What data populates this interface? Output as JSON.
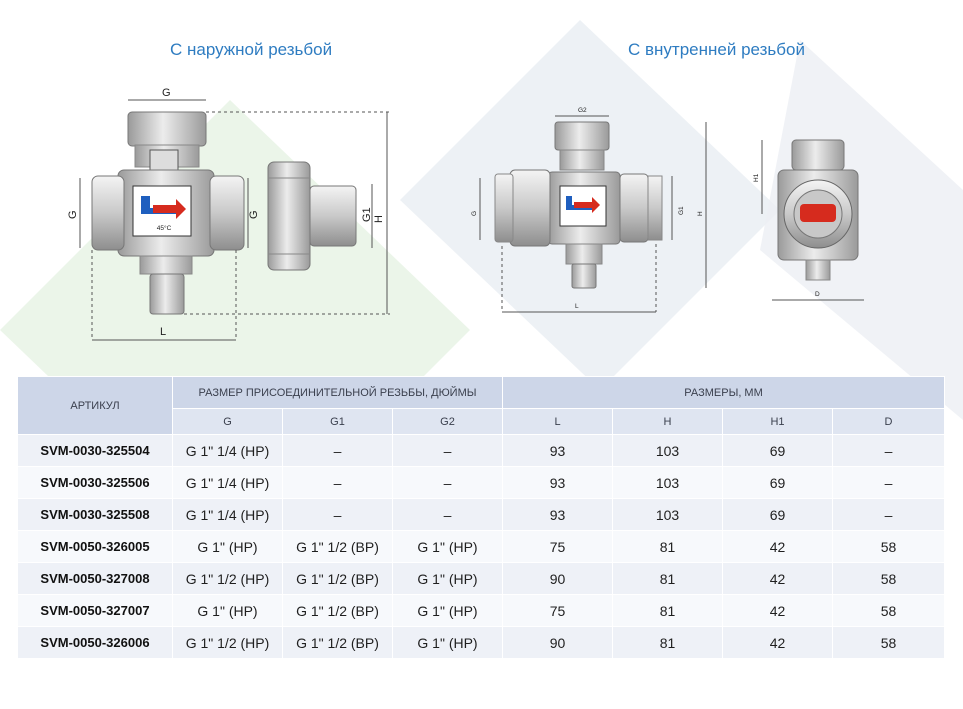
{
  "captions": {
    "left": "С наружной резьбой",
    "right": "С внутренней резьбой"
  },
  "dimension_labels": {
    "left": {
      "g_top": "G",
      "g_left": "G",
      "g_mid": "G",
      "g1": "G1",
      "h": "H",
      "l": "L"
    },
    "right": {
      "g2": "G2",
      "g": "G",
      "g1": "G1",
      "h": "H",
      "l": "L",
      "h1": "H1",
      "d": "D"
    }
  },
  "valve_badge_text": "45°C",
  "table": {
    "header_article": "АРТИКУЛ",
    "header_thread_group": "РАЗМЕР ПРИСОЕДИНИТЕЛЬНОЙ РЕЗЬБЫ, ДЮЙМЫ",
    "header_dims_group": "РАЗМЕРЫ, ММ",
    "subheaders": [
      "G",
      "G1",
      "G2",
      "L",
      "H",
      "H1",
      "D"
    ],
    "rows": [
      [
        "SVM-0030-325504",
        "G 1\" 1/4 (НР)",
        "–",
        "–",
        "93",
        "103",
        "69",
        "–"
      ],
      [
        "SVM-0030-325506",
        "G 1\" 1/4 (НР)",
        "–",
        "–",
        "93",
        "103",
        "69",
        "–"
      ],
      [
        "SVM-0030-325508",
        "G 1\" 1/4 (НР)",
        "–",
        "–",
        "93",
        "103",
        "69",
        "–"
      ],
      [
        "SVM-0050-326005",
        "G 1\" (НР)",
        "G 1\" 1/2 (ВР)",
        "G 1\" (НР)",
        "75",
        "81",
        "42",
        "58"
      ],
      [
        "SVM-0050-327008",
        "G 1\" 1/2 (НР)",
        "G 1\" 1/2 (ВР)",
        "G 1\" (НР)",
        "90",
        "81",
        "42",
        "58"
      ],
      [
        "SVM-0050-327007",
        "G 1\" (НР)",
        "G 1\" 1/2 (ВР)",
        "G 1\" (НР)",
        "75",
        "81",
        "42",
        "58"
      ],
      [
        "SVM-0050-326006",
        "G 1\" 1/2 (НР)",
        "G 1\" 1/2 (ВР)",
        "G 1\" (НР)",
        "90",
        "81",
        "42",
        "58"
      ]
    ]
  },
  "colors": {
    "caption_blue": "#2e7cc1",
    "header_bg": "#cdd6e8",
    "subheader_bg": "#dfe5f1",
    "row_bg": "#eef1f7",
    "valve_red": "#d62b1e",
    "valve_blue": "#1f5fbf"
  }
}
